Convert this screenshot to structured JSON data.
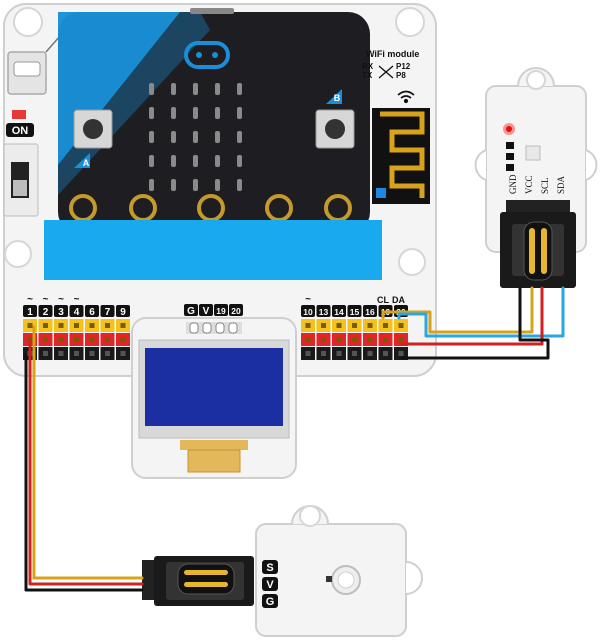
{
  "board": {
    "on_label": "ON",
    "wifi": {
      "title": "WiFi module",
      "rx": "RX",
      "tx": "TX",
      "p12": "P12",
      "p8": "P8"
    },
    "button_a": "A",
    "button_b": "B",
    "pins_left": [
      "1",
      "2",
      "3",
      "4",
      "6",
      "7",
      "9"
    ],
    "pins_mid": [
      "G",
      "V",
      "19",
      "20"
    ],
    "pins_right": [
      "10",
      "13",
      "14",
      "15",
      "16",
      "19",
      "20"
    ],
    "cl_label": "CL",
    "da_label": "DA",
    "tilde": "~"
  },
  "sensor_module": {
    "pins": [
      "GND",
      "VCC",
      "SCL",
      "SDA"
    ]
  },
  "svg_module": {
    "pins": [
      "S",
      "V",
      "G"
    ]
  },
  "colors": {
    "board": "#f4f4f4",
    "microbit": "#1e1e22",
    "microbit_accent": "#1a8fd8",
    "blue_strip": "#19a9ee",
    "pin_yellow": "#f3c21f",
    "pin_red": "#e0262b",
    "pin_black": "#1a1a1a",
    "oled_screen": "#1b2fa3",
    "wire_red": "#d0201f",
    "wire_black": "#111111",
    "wire_yellow": "#d9a21b",
    "wire_blue": "#2aa7e0"
  }
}
